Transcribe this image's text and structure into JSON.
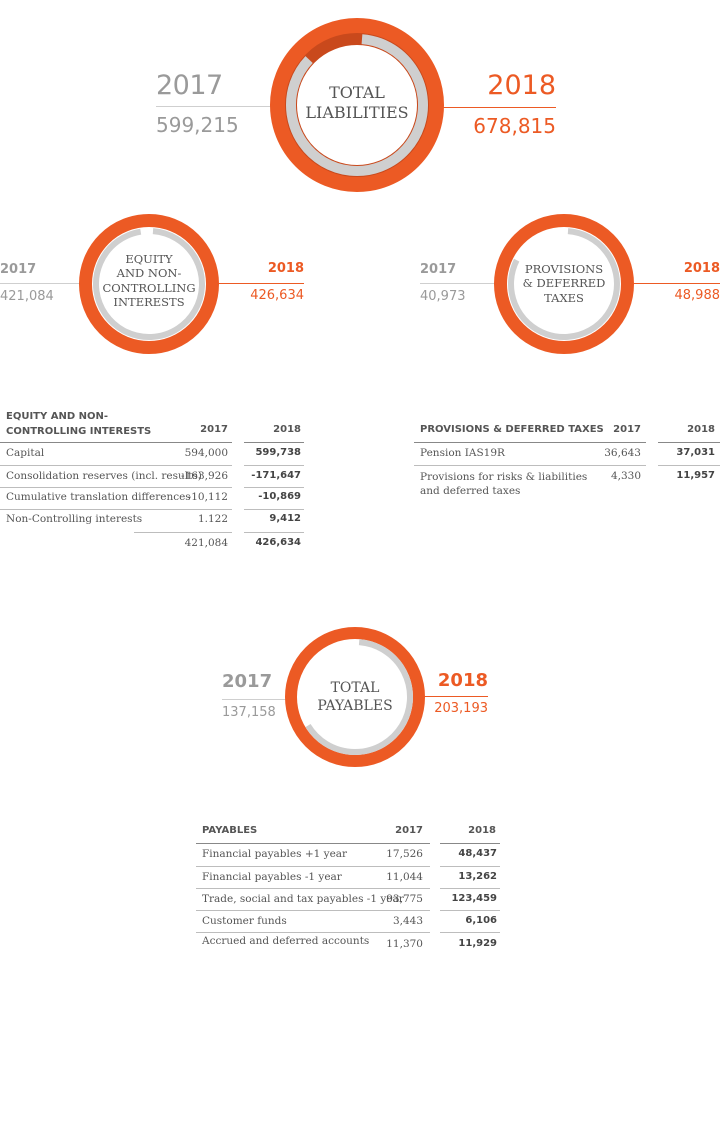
{
  "colors": {
    "accent": "#ec5a24",
    "accent_dark": "#c9491c",
    "grey": "#cfcfcf",
    "muted": "#9a9a9a"
  },
  "total_liabilities": {
    "title_line1": "TOTAL",
    "title_line2": "LIABILITIES",
    "year_prev": "2017",
    "value_prev": "599,215",
    "year_curr": "2018",
    "value_curr": "678,815"
  },
  "equity": {
    "title_lines": [
      "EQUITY",
      "AND NON-",
      "CONTROLLING",
      "INTERESTS"
    ],
    "year_prev": "2017",
    "value_prev": "421,084",
    "year_curr": "2018",
    "value_curr": "426,634"
  },
  "provisions": {
    "title_lines": [
      "PROVISIONS",
      "& DEFERRED",
      "TAXES"
    ],
    "year_prev": "2017",
    "value_prev": "40,973",
    "year_curr": "2018",
    "value_curr": "48,988"
  },
  "payables": {
    "title_line1": "TOTAL",
    "title_line2": "PAYABLES",
    "year_prev": "2017",
    "value_prev": "137,158",
    "year_curr": "2018",
    "value_curr": "203,193"
  },
  "equity_table": {
    "header_line1": "EQUITY AND NON-",
    "header_line2": "CONTROLLING INTERESTS",
    "col_prev": "2017",
    "col_curr": "2018",
    "rows": [
      {
        "label": "Capital",
        "prev": "594,000",
        "curr": "599,738"
      },
      {
        "label": "Consolidation reserves (incl. results)",
        "prev": "-163,926",
        "curr": "-171,647"
      },
      {
        "label": "Cumulative translation differences",
        "prev": "-10,112",
        "curr": "-10,869"
      },
      {
        "label": "Non-Controlling interests",
        "prev": "1.122",
        "curr": "9,412"
      }
    ],
    "total_prev": "421,084",
    "total_curr": "426,634"
  },
  "provisions_table": {
    "header": "PROVISIONS & DEFERRED TAXES",
    "col_prev": "2017",
    "col_curr": "2018",
    "rows": [
      {
        "label": "Pension IAS19R",
        "prev": "36,643",
        "curr": "37,031"
      },
      {
        "label_line1": "Provisions for risks & liabilities",
        "label_line2": "and deferred taxes",
        "prev": "4,330",
        "curr": "11,957"
      }
    ]
  },
  "payables_table": {
    "header": "PAYABLES",
    "col_prev": "2017",
    "col_curr": "2018",
    "rows": [
      {
        "label": "Financial payables +1 year",
        "prev": "17,526",
        "curr": "48,437"
      },
      {
        "label": "Financial payables -1 year",
        "prev": "11,044",
        "curr": "13,262"
      },
      {
        "label": "Trade, social and tax payables -1 year",
        "prev": "93,775",
        "curr": "123,459"
      },
      {
        "label": "Customer funds",
        "prev": "3,443",
        "curr": "6,106"
      },
      {
        "label": "Accrued and deferred accounts",
        "prev": "11,370",
        "curr": "11,929"
      }
    ]
  },
  "chart_data": [
    {
      "type": "pie",
      "title": "TOTAL LIABILITIES",
      "categories": [
        "2017",
        "2018"
      ],
      "values": [
        599215,
        678815
      ]
    },
    {
      "type": "pie",
      "title": "EQUITY AND NON-CONTROLLING INTERESTS",
      "categories": [
        "2017",
        "2018"
      ],
      "values": [
        421084,
        426634
      ]
    },
    {
      "type": "pie",
      "title": "PROVISIONS & DEFERRED TAXES",
      "categories": [
        "2017",
        "2018"
      ],
      "values": [
        40973,
        48988
      ]
    },
    {
      "type": "pie",
      "title": "TOTAL PAYABLES",
      "categories": [
        "2017",
        "2018"
      ],
      "values": [
        137158,
        203193
      ]
    }
  ]
}
